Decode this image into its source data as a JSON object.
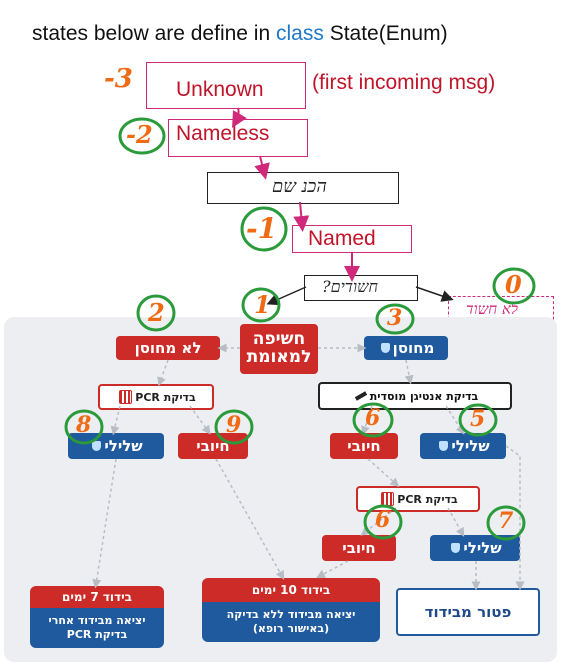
{
  "header": {
    "prefix": "states below are define in",
    "keyword": "class",
    "suffix": "State(Enum)"
  },
  "states": {
    "unknown": {
      "label": "Unknown",
      "note": "(first incoming msg)",
      "code": "-3"
    },
    "nameless": {
      "label": "Nameless",
      "code": "-2"
    },
    "enter_name": {
      "label": "הכנ שם"
    },
    "named": {
      "label": "Named",
      "code": "-1"
    },
    "suspect_box": {
      "label": "חשודים?"
    },
    "not_suspect": {
      "label": "לא חשוד",
      "code": "0"
    }
  },
  "flow": {
    "exposure": "חשיפה למאומת",
    "not_vaccinated": "לא מחוסן",
    "vaccinated": "מחוסן",
    "pcr_test": "בדיקת PCR",
    "antigen_test": "בדיקת אנטיגן מוסדית",
    "negative": "שלילי",
    "positive": "חיובי",
    "isolation7_title": "בידוד 7 ימים",
    "isolation7_body": "יציאה מבידוד אחרי בדיקת PCR",
    "isolation10_title": "בידוד 10 ימים",
    "isolation10_body": "יציאה מבידוד ללא בדיקה (באישור רופא)",
    "exempt": "פטור מבידוד"
  },
  "annotations": {
    "n1": "1",
    "n2": "2",
    "n3": "3",
    "n5": "5",
    "n6a": "6",
    "n6b": "6",
    "n7": "7",
    "n8": "8",
    "n9": "9",
    "n0": "0"
  },
  "colors": {
    "red": "#cc2b28",
    "blue": "#1f5a9e",
    "pink": "#d0287a",
    "annotation_green": "#2b9a3a",
    "annotation_orange": "#f06a14"
  }
}
